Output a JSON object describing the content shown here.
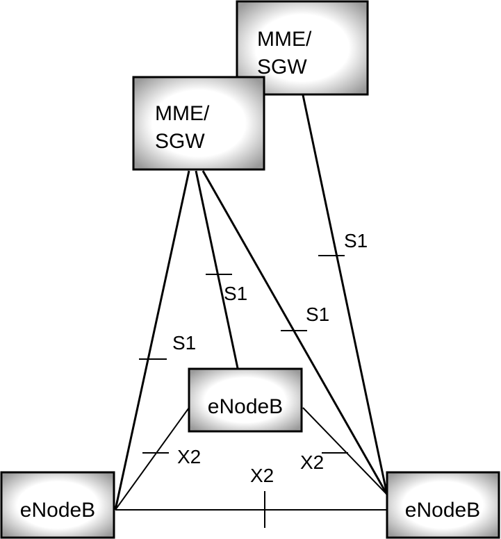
{
  "nodes": {
    "mme_back": {
      "line1": "MME/",
      "line2": "SGW"
    },
    "mme_front": {
      "line1": "MME/",
      "line2": "SGW"
    },
    "enb_center": {
      "label": "eNodeB"
    },
    "enb_left": {
      "label": "eNodeB"
    },
    "enb_right": {
      "label": "eNodeB"
    }
  },
  "interfaces": {
    "s1_back_right": "S1",
    "s1_front_center": "S1",
    "s1_front_right": "S1",
    "s1_front_left": "S1",
    "x2_center_left": "X2",
    "x2_center_right": "X2",
    "x2_left_right": "X2"
  },
  "colors": {
    "box_center": "#ffffff",
    "box_edge": "#9a9a9a",
    "line": "#000000"
  }
}
